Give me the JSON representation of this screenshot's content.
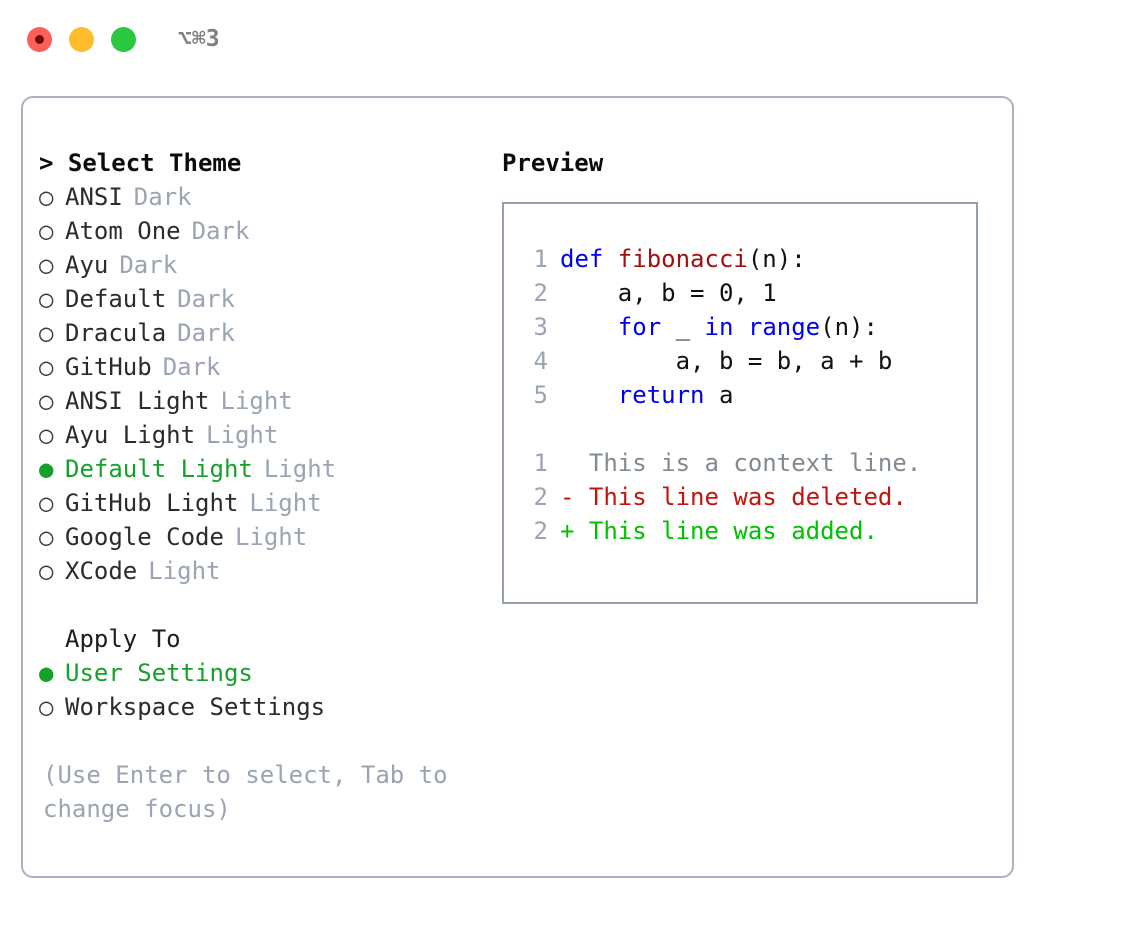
{
  "titlebar": {
    "shortcut": "⌥⌘3",
    "buttons": [
      {
        "name": "close",
        "color": "#fe5f57"
      },
      {
        "name": "minimize",
        "color": "#ffbd2e"
      },
      {
        "name": "maximize",
        "color": "#28c840"
      }
    ]
  },
  "theme_picker": {
    "header": "> Select Theme",
    "items": [
      {
        "bullet": "○",
        "label": "ANSI",
        "suffix": "Dark",
        "selected": false
      },
      {
        "bullet": "○",
        "label": "Atom One",
        "suffix": "Dark",
        "selected": false
      },
      {
        "bullet": "○",
        "label": "Ayu",
        "suffix": "Dark",
        "selected": false
      },
      {
        "bullet": "○",
        "label": "Default",
        "suffix": "Dark",
        "selected": false
      },
      {
        "bullet": "○",
        "label": "Dracula",
        "suffix": "Dark",
        "selected": false
      },
      {
        "bullet": "○",
        "label": "GitHub",
        "suffix": "Dark",
        "selected": false
      },
      {
        "bullet": "○",
        "label": "ANSI Light",
        "suffix": "Light",
        "selected": false
      },
      {
        "bullet": "○",
        "label": "Ayu Light",
        "suffix": "Light",
        "selected": false
      },
      {
        "bullet": "●",
        "label": "Default Light",
        "suffix": "Light",
        "selected": true
      },
      {
        "bullet": "○",
        "label": "GitHub Light",
        "suffix": "Light",
        "selected": false
      },
      {
        "bullet": "○",
        "label": "Google Code",
        "suffix": "Light",
        "selected": false
      },
      {
        "bullet": "○",
        "label": "XCode",
        "suffix": "Light",
        "selected": false
      }
    ]
  },
  "apply_to": {
    "header": "Apply To",
    "items": [
      {
        "bullet": "●",
        "label": "User Settings",
        "selected": true
      },
      {
        "bullet": "○",
        "label": "Workspace Settings",
        "selected": false
      }
    ]
  },
  "hint": "(Use Enter to select, Tab to change focus)",
  "preview": {
    "header": "Preview",
    "code_lines": [
      {
        "lineno": "1",
        "tokens": [
          {
            "text": "def ",
            "kind": "kw"
          },
          {
            "text": "fibonacci",
            "kind": "fn"
          },
          {
            "text": "(n):",
            "kind": "plain"
          }
        ]
      },
      {
        "lineno": "2",
        "tokens": [
          {
            "text": "    a, b = 0, 1",
            "kind": "plain"
          }
        ]
      },
      {
        "lineno": "3",
        "tokens": [
          {
            "text": "    ",
            "kind": "plain"
          },
          {
            "text": "for",
            "kind": "kw"
          },
          {
            "text": " _ ",
            "kind": "plain"
          },
          {
            "text": "in",
            "kind": "kw"
          },
          {
            "text": " ",
            "kind": "plain"
          },
          {
            "text": "range",
            "kind": "kw"
          },
          {
            "text": "(n):",
            "kind": "plain"
          }
        ]
      },
      {
        "lineno": "4",
        "tokens": [
          {
            "text": "        a, b = b, a + b",
            "kind": "plain"
          }
        ]
      },
      {
        "lineno": "5",
        "tokens": [
          {
            "text": "    ",
            "kind": "plain"
          },
          {
            "text": "return",
            "kind": "kw"
          },
          {
            "text": " a",
            "kind": "plain"
          }
        ]
      }
    ],
    "diff_lines": [
      {
        "lineno": "1",
        "marker": "  ",
        "text": "This is a context line.",
        "kind": "ctx"
      },
      {
        "lineno": "2",
        "marker": "- ",
        "text": "This line was deleted.",
        "kind": "del"
      },
      {
        "lineno": "2",
        "marker": "+ ",
        "text": "This line was added.",
        "kind": "add"
      }
    ]
  },
  "colors": {
    "accent_green": "#16a02c",
    "muted": "#9aa4b2",
    "keyword_blue": "#0000f0",
    "function_red": "#a01010",
    "diff_delete": "#c0150f",
    "diff_add": "#00c000",
    "border": "#aab3c0"
  }
}
